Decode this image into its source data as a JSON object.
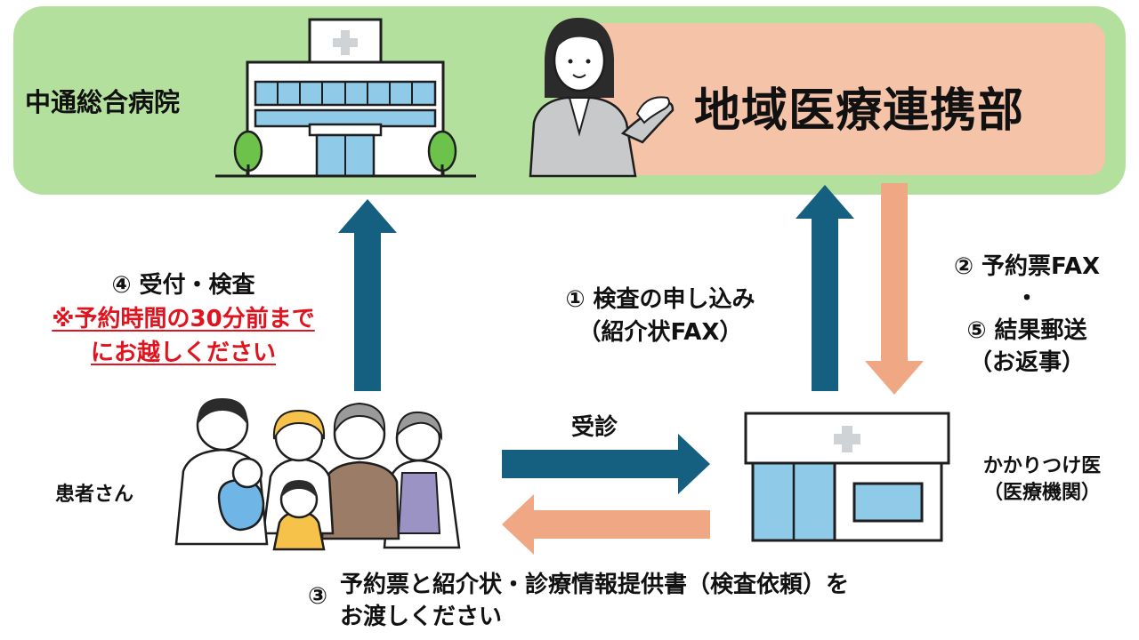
{
  "hospital": {
    "name": "中通総合病院"
  },
  "department": {
    "name": "地域医療連携部"
  },
  "patient": {
    "label": "患者さん"
  },
  "clinic": {
    "label_line1": "かかりつけ医",
    "label_line2": "（医療機関）"
  },
  "steps": {
    "step1": {
      "line1": "① 検査の申し込み",
      "line2": "（紹介状FAX）"
    },
    "step2": {
      "line1": "② 予約票FAX",
      "separator": "・"
    },
    "step5": {
      "line1": "⑤ 結果郵送",
      "line2": "（お返事）"
    },
    "step4": {
      "line1": "④ 受付・検査",
      "note_line1": "※予約時間の30分前まで",
      "note_line2": "にお越しください"
    },
    "visit": {
      "label": "受診"
    },
    "step3": {
      "marker": "③",
      "line1": "予約票と紹介状・診療情報提供書（検査依頼）を",
      "line2": "お渡しください"
    }
  },
  "colors": {
    "band_green": "#b3e09d",
    "renkei_salmon": "#f5c3a8",
    "arrow_teal": "#155f80",
    "arrow_salmon": "#f0a784",
    "note_red": "#e0141e"
  },
  "icons": [
    "hospital-building-icon",
    "staff-woman-icon",
    "family-group-icon",
    "clinic-building-icon"
  ]
}
